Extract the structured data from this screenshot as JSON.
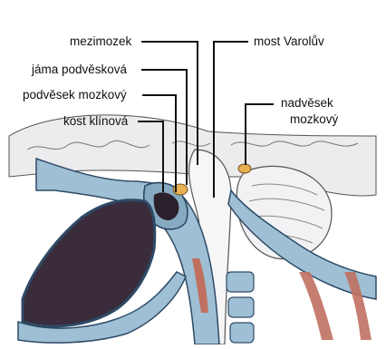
{
  "labels": {
    "mezimozek": "mezimozek",
    "jama_podveskova": "jáma podvěsková",
    "podvesek_mozkovy": "podvěsek mozkový",
    "kost_klinova": "kost klínová",
    "most_varoluv": "most Varolův",
    "nadvesek_line1": "nadvěsek",
    "nadvesek_line2": "mozkový"
  },
  "colors": {
    "bone_blue": "#9fc0d4",
    "bone_dark": "#3a5a78",
    "cavity_dark": "#2a1f2b",
    "brain_grey": "#e8e8ea",
    "gland_yellow": "#e8b050",
    "muscle_red": "#c07060",
    "line": "#111111"
  }
}
